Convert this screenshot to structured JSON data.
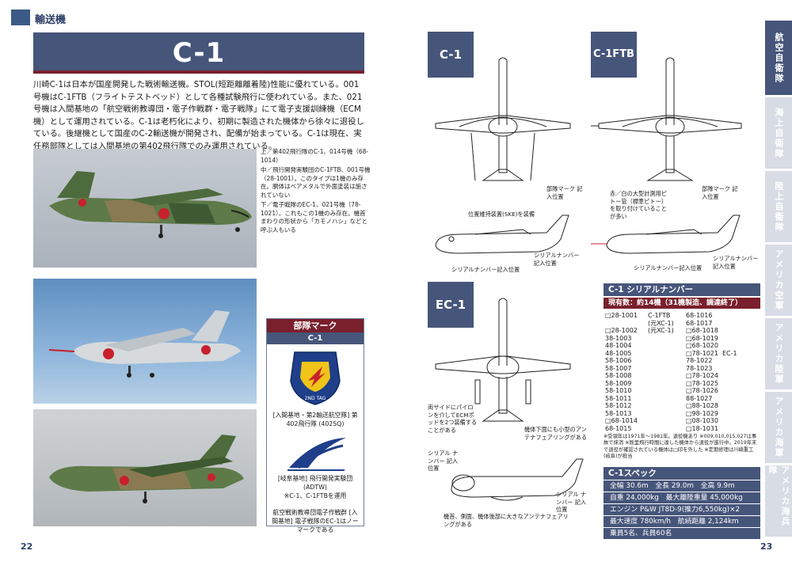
{
  "header": {
    "category": "輸送機"
  },
  "left": {
    "title": "C-1",
    "intro": "川崎C-1は日本が国産開発した戦術輸送機。STOL(短距離離着陸)性能に優れている。001号機はC-1FTB（フライトテストベッド）として各種試験飛行に使われている。また、021号機は入間基地の「航空戦術教導団・電子作戦群・電子戦隊」にて電子支援訓練機（ECM機）として運用されている。C-1は老朽化により、初期に製造された機体から徐々に退役している。後継機として国産のC-2輸送機が開発され、配備が始まっている。C-1は現在、実任務部隊としては入間基地の第402飛行隊でのみ運用されている。",
    "captions": [
      "上／第402飛行隊のC-1、014号機（68-1014）",
      "中／飛行開発実験団のC-1FTB、001号機（28-1001）。このタイプは1機のみ存在。胴体はベアメタルで外面塗装は施されていない",
      "下／電子戦隊のEC-1、021号機（78-1021）。これもこの1機のみ存在。機首まわりの形状から「カモノハシ」などと呼ぶ人もいる"
    ],
    "unit_mark": {
      "heading": "部隊マーク",
      "sub": "C-1",
      "emblem1_text": "2ND TAG",
      "unit1": "[入間基地・第2輸送航空隊] 第402飛行隊 (402SQ)",
      "unit2_name": "[岐阜基地] 飛行開発実験団 (ADTW)",
      "unit2_note": "※C-1、C-1FTBを運用",
      "unit3": "航空戦術教導団電子作戦群 [入間基地] 電子戦隊のEC-1はノーマークである"
    },
    "page_number": "22"
  },
  "right": {
    "tags": {
      "c1": "C-1",
      "c1ftb": "C-1FTB",
      "ec1": "EC-1"
    },
    "annotations": {
      "unit_mark_c1": "部隊マーク 記入位置",
      "ske": "位置維持装置(SKE)を装備",
      "serial_c1": "シリアルナンバー記入位置",
      "serial_c1_tail": "シリアルナンバー 記入位置",
      "ftb_probe": "赤／白の大型計測用ピトー管（標準ピトー）を取り付けていることが多い",
      "unit_mark_ftb": "部隊マーク 記入位置",
      "serial_ftb": "シリアルナンバー記入位置",
      "serial_ftb_tail": "シリアルナンバー 記入位置",
      "ecm_pods": "両サイドにパイロンを介してECMポッドを2つ装備することがある",
      "fairing_small": "機体下面にも小型のアンテナフェアリングがある",
      "serial_ec1": "シリアル ナンバー 記入位置",
      "serial_ec1_tail": "シリアル ナンバー 記入位置",
      "fairing_large": "機首、側面、機体後部に大きなアンテナフェアリングがある"
    },
    "serial": {
      "title": "C-1 シリアルナンバー",
      "subtitle": "現有数：約14機（31機製造、調達終了）",
      "col1": [
        "□28-1001",
        "",
        "□28-1002",
        "38-1003",
        "48-1004",
        "48-1005",
        "58-1006",
        "58-1007",
        "58-1008",
        "58-1009",
        "58-1010",
        "58-1011",
        "58-1012",
        "58-1013",
        "□68-1014",
        "68-1015"
      ],
      "col2": [
        "C-1FTB",
        "(元XC-1)",
        "(元XC-1)"
      ],
      "col3": [
        "68-1016",
        "68-1017",
        "□68-1018",
        "□68-1019",
        "□68-1020",
        "□78-1021",
        "78-1022",
        "78-1023",
        "□78-1024",
        "□78-1025",
        "□78-1026",
        "88-1027",
        "□88-1028",
        "□98-1029",
        "□08-1030",
        "□18-1031"
      ],
      "col4": [
        "EC-1"
      ],
      "notes": "※受領年は1971年～1981年。退役機あり ※009,010,015,027は事故で抹消 ※既里飛行時間に達した機体から退役が進行中。2019年末で退役が確認されている機体は□印を外した ※定期修理は川崎重工(岐阜)が担当"
    },
    "spec": {
      "title": "C-1スペック",
      "rows": [
        "全幅 30.6m　全長 29.0m　全高 9.9m",
        "自重 24,000kg　最大離陸重量 45,000kg",
        "エンジン P&W JT8D-9(推力6,550kg)×2",
        "最大速度 780km/h　航続距離 2,124km",
        "乗員5名、兵員60名"
      ]
    },
    "tabs": [
      "航空自衛隊",
      "海上自衛隊",
      "陸上自衛隊",
      "アメリカ空軍",
      "アメリカ陸軍",
      "アメリカ海軍",
      "アメリカ海兵隊"
    ],
    "page_number": "23"
  },
  "colors": {
    "navy": "#46557a",
    "maroon": "#7a1f2c",
    "tab_inactive": "#d7dce5"
  }
}
